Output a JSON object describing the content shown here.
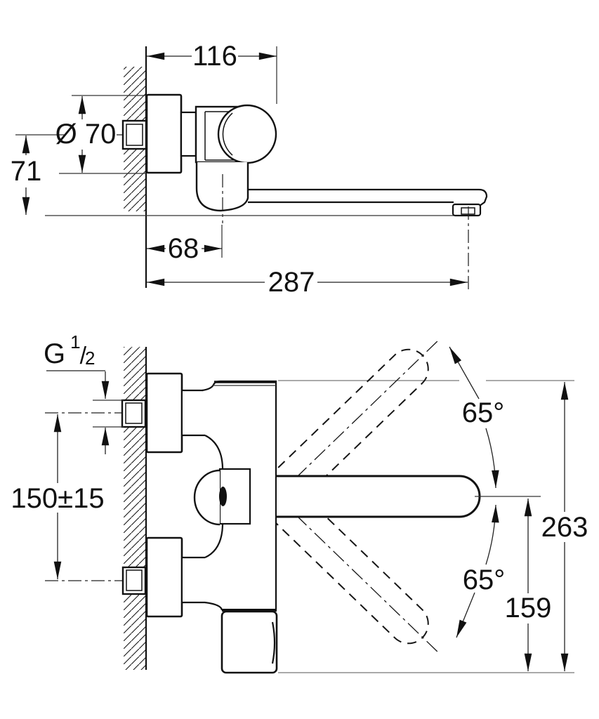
{
  "document": {
    "type": "technical dimensional drawing",
    "subject": "wall-mounted basin mixer with swivel spout, side view and front view",
    "background": "#ffffff",
    "line_color": "#111111"
  },
  "side_view": {
    "dimensions": {
      "depth_to_handle": "116",
      "escutcheon_diameter": "Ø 70",
      "drop_to_outlet": "71",
      "wall_to_spout_axis": "68",
      "wall_to_outlet": "287"
    }
  },
  "front_view": {
    "dimensions": {
      "thread": "G 1/2",
      "thread_parts": {
        "prefix": "G",
        "numerator": "1",
        "slash": "/",
        "denominator": "2"
      },
      "inlet_spacing": "150±15",
      "swivel_up": "65°",
      "swivel_down": "65°",
      "overall_height": "263",
      "spout_axis_to_bottom": "159"
    }
  }
}
